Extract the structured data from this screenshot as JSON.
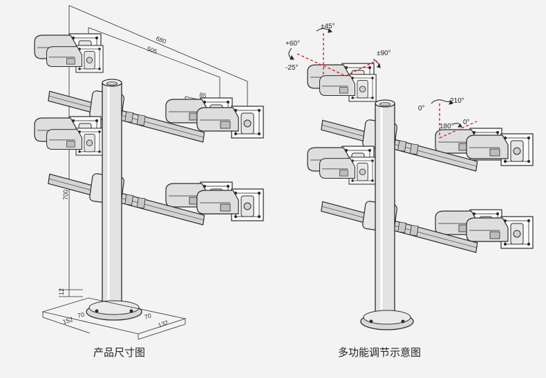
{
  "dimension_figure": {
    "caption": "产品尺寸图",
    "dims": {
      "width_outer": "680",
      "width_inner": "505",
      "plate": "85",
      "height": "700",
      "base_offset": "12",
      "base_a": "152",
      "base_b": "70",
      "base_c": "70",
      "base_d": "132"
    }
  },
  "adjust_figure": {
    "caption": "多功能调节示意图",
    "angles": {
      "tilt_up": "+60°",
      "tilt_down": "-25°",
      "swivel": "±45°",
      "rotate": "±90°",
      "arm_start": "0°",
      "arm_range": "210°",
      "joint_range": "180°",
      "joint_start": "0°"
    }
  },
  "colors": {
    "line": "#2a2a2a",
    "metal": "#dcdcdc",
    "accent": "#d9212b"
  }
}
